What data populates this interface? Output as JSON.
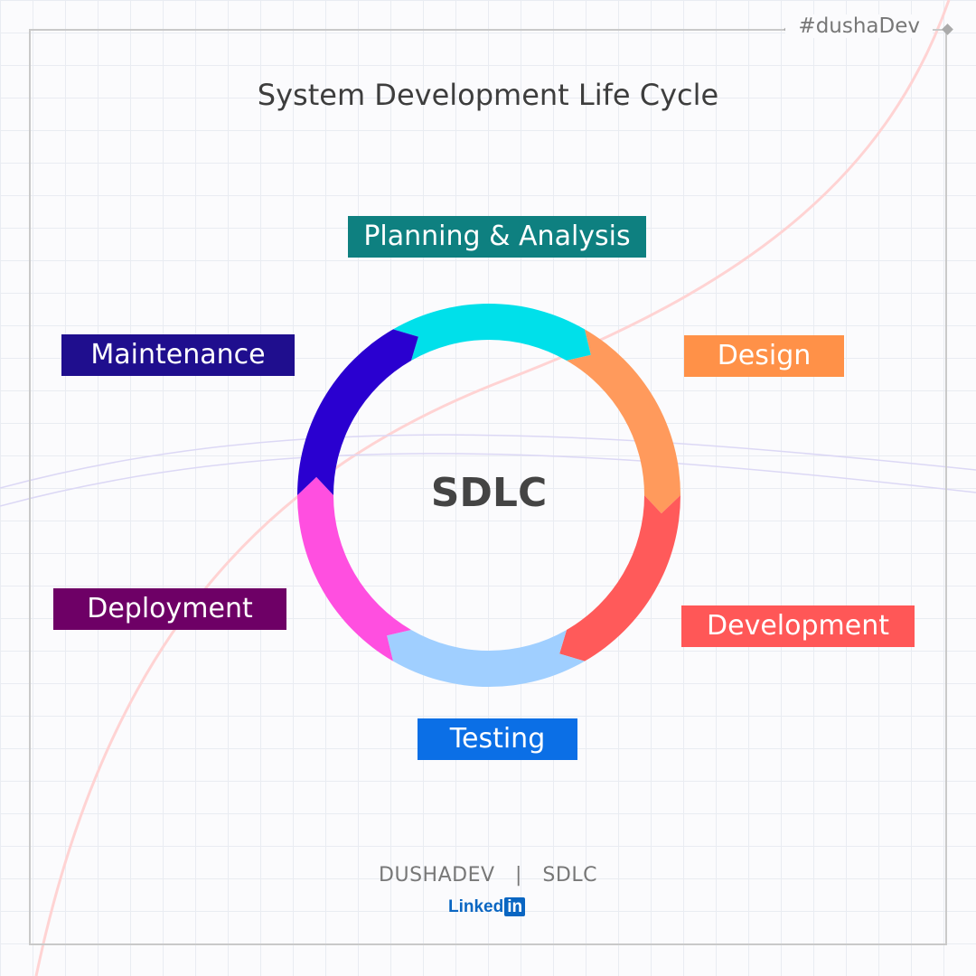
{
  "hashtag": "#dushaDev",
  "title": "System Development Life Cycle",
  "center_label": "SDLC",
  "phases": [
    {
      "label": "Planning & Analysis",
      "color": "#0E8080",
      "ring_color": "#00E0EA"
    },
    {
      "label": "Design",
      "color": "#FF9148",
      "ring_color": "#FF9A5C"
    },
    {
      "label": "Development",
      "color": "#FF5757",
      "ring_color": "#FF5A5A"
    },
    {
      "label": "Testing",
      "color": "#0B6FE6",
      "ring_color": "#A0CFFF"
    },
    {
      "label": "Deployment",
      "color": "#6E0066",
      "ring_color": "#FF4FE0"
    },
    {
      "label": "Maintenance",
      "color": "#1F0E8E",
      "ring_color": "#2A00D0"
    }
  ],
  "footer": {
    "brand": "DUSHADEV",
    "separator": "|",
    "topic": "SDLC",
    "logo_text": "Linked",
    "logo_in": "in"
  }
}
